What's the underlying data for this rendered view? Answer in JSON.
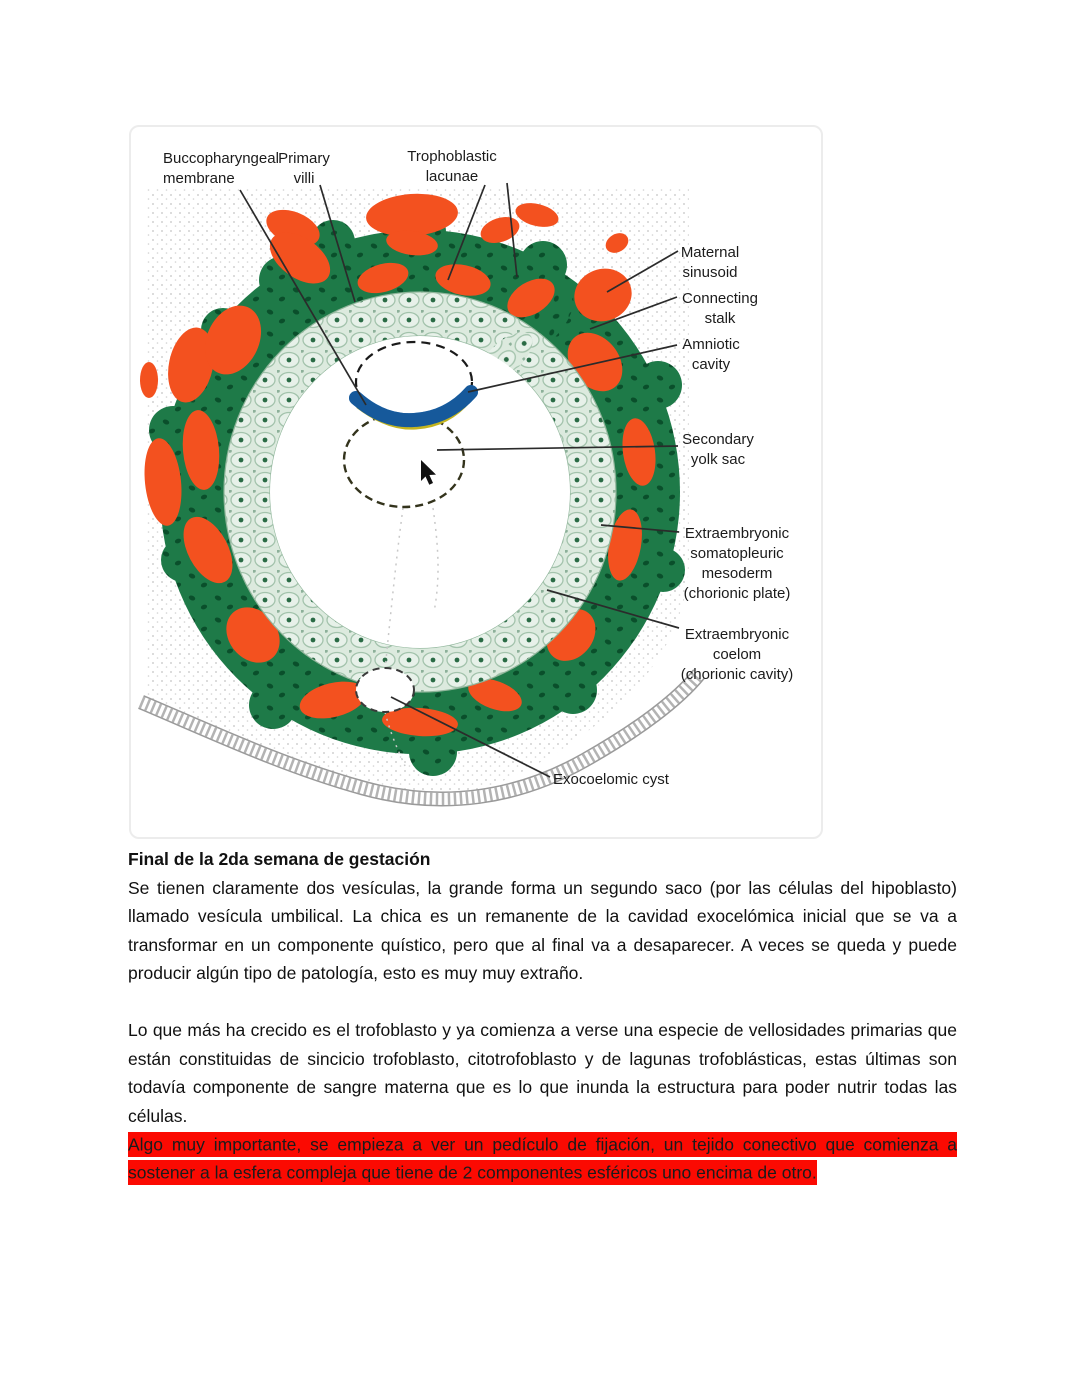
{
  "figure": {
    "title_semantic": "Bilaminar embryo at end of second week - chorionic cavity diagram",
    "labels": {
      "buccopharyngeal": "Buccopharyngeal\nmembrane",
      "primary_villi": "Primary\nvilli",
      "trophoblastic_lacunae": "Trophoblastic\nlacunae",
      "maternal_sinusoid": "Maternal\nsinusoid",
      "connecting_stalk": "Connecting\nstalk",
      "amniotic_cavity": "Amniotic\ncavity",
      "secondary_yolk_sac": "Secondary\nyolk sac",
      "extraembryonic_mesoderm": "Extraembryonic\nsomatopleuric\nmesoderm\n(chorionic plate)",
      "extraembryonic_coelom": "Extraembryonic\ncoelom\n(chorionic cavity)",
      "exocoelomic_cyst": "Exocoelomic cyst"
    },
    "colors": {
      "maternal_blood": "#f3511f",
      "syncytiotrophoblast": "#1e7a48",
      "cytotrophoblast": "#dceade",
      "embryonic_disc_blue": "#1f6cb5",
      "hypoblast_yellow": "#c3b41f"
    }
  },
  "notes": {
    "heading": "Final de la 2da semana de gestación",
    "paragraph1": "Se tienen claramente dos vesículas, la grande forma un segundo saco (por las células del hipoblasto) llamado vesícula umbilical. La chica es un remanente de la cavidad exocelómica inicial que se va a transformar en un componente quístico, pero que al final va a desaparecer. A veces se queda y puede producir algún tipo de patología, esto es muy muy extraño.",
    "paragraph2": "Lo que más ha crecido es el trofoblasto y ya comienza a verse una especie de vellosidades primarias que están constituidas de sincicio trofoblasto, citotrofoblasto y de lagunas trofoblásticas, estas últimas son todavía componente de sangre materna que es lo que inunda la estructura para poder nutrir todas las células.",
    "highlight": "Algo muy importante, se empieza a ver un pedículo de fijación, un tejido conectivo que comienza a sostener a la esfera compleja que tiene de 2 componentes esféricos uno encima de otro.",
    "highlight_color": "#fb0a02"
  }
}
